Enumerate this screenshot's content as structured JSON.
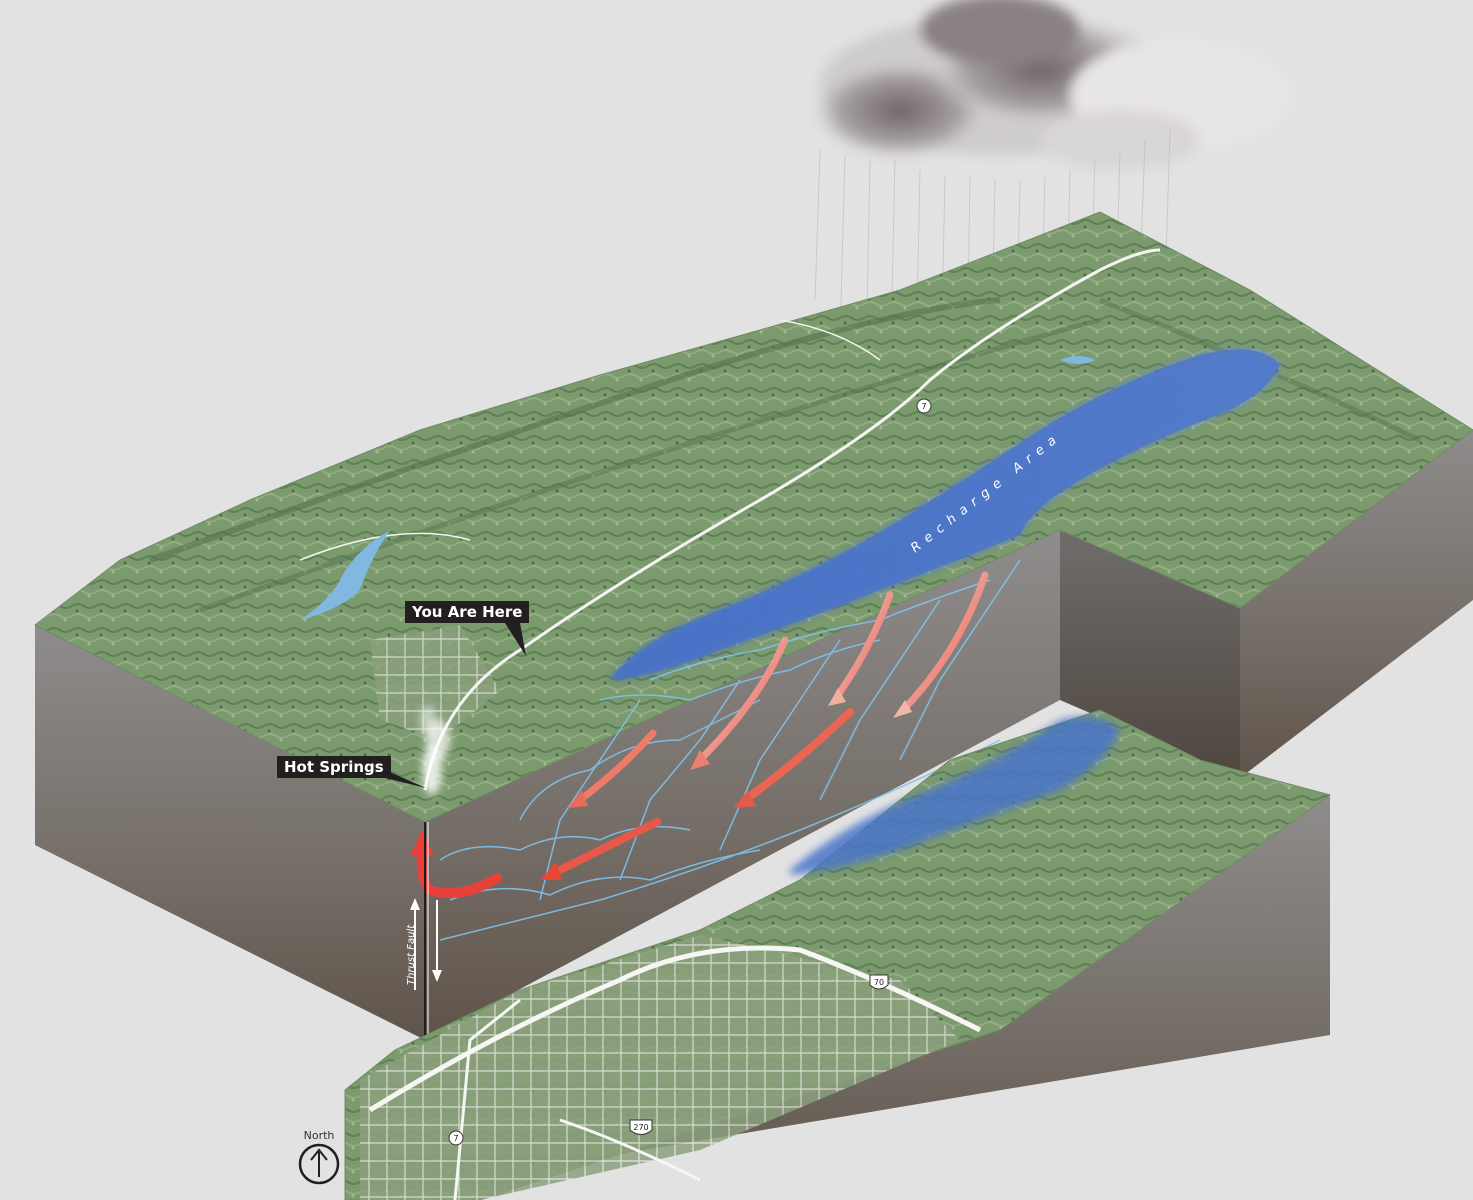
{
  "labels": {
    "you_are_here": "You Are Here",
    "hot_springs": "Hot Springs",
    "recharge_area": "Recharge Area",
    "thrust_fault": "Thrust Fault",
    "north": "North"
  },
  "route_shields": {
    "upper_block": "7",
    "lower_block_us": "70",
    "lower_block_state": "7",
    "lower_block_us_south": "270"
  },
  "icons": {
    "rain_cloud": "cloud-icon",
    "north_arrow": "north-arrow-icon"
  },
  "colors": {
    "background": "#e2e2e3",
    "terrain": "#7a9a6c",
    "recharge_water": "#4a74c9",
    "hot_water": "#e84a3c",
    "cold_water": "#f2efec",
    "block_side": "#8a8684",
    "label_bg": "#231f20"
  }
}
